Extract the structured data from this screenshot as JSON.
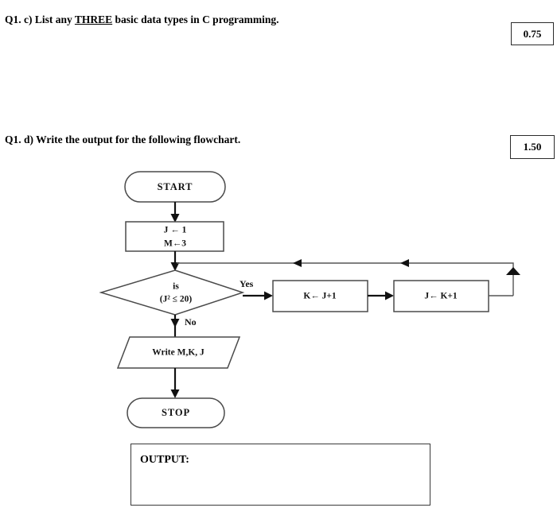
{
  "page": {
    "background": "#ffffff",
    "ink_color": "#111111",
    "shape_stroke_color": "#4a4a4a"
  },
  "questions": [
    {
      "id": "q1c",
      "prefix": "Q1. c)",
      "text_before": "List any",
      "emphasis": "THREE",
      "text_after": "basic data types in C programming.",
      "marks": "0.75"
    },
    {
      "id": "q1d",
      "prefix": "Q1. d)",
      "text": "Write the output  for the following flowchart.",
      "marks": "1.50"
    }
  ],
  "flowchart": {
    "nodes": {
      "start": {
        "label": "START",
        "shape": "terminator"
      },
      "init": {
        "line1": "J ← 1",
        "line2": "M←3",
        "shape": "process"
      },
      "decision": {
        "line1": "is",
        "line2": "(J² ≤  20)",
        "shape": "decision"
      },
      "box_k": {
        "label": "K← J+1",
        "shape": "process"
      },
      "box_j": {
        "label": "J← K+1",
        "shape": "process"
      },
      "write": {
        "label": "Write M,K, J",
        "shape": "input-output"
      },
      "stop": {
        "label": "STOP",
        "shape": "terminator"
      }
    },
    "edge_labels": {
      "yes": "Yes",
      "no": "No"
    }
  },
  "output_area": {
    "label": "OUTPUT:",
    "value": ""
  }
}
